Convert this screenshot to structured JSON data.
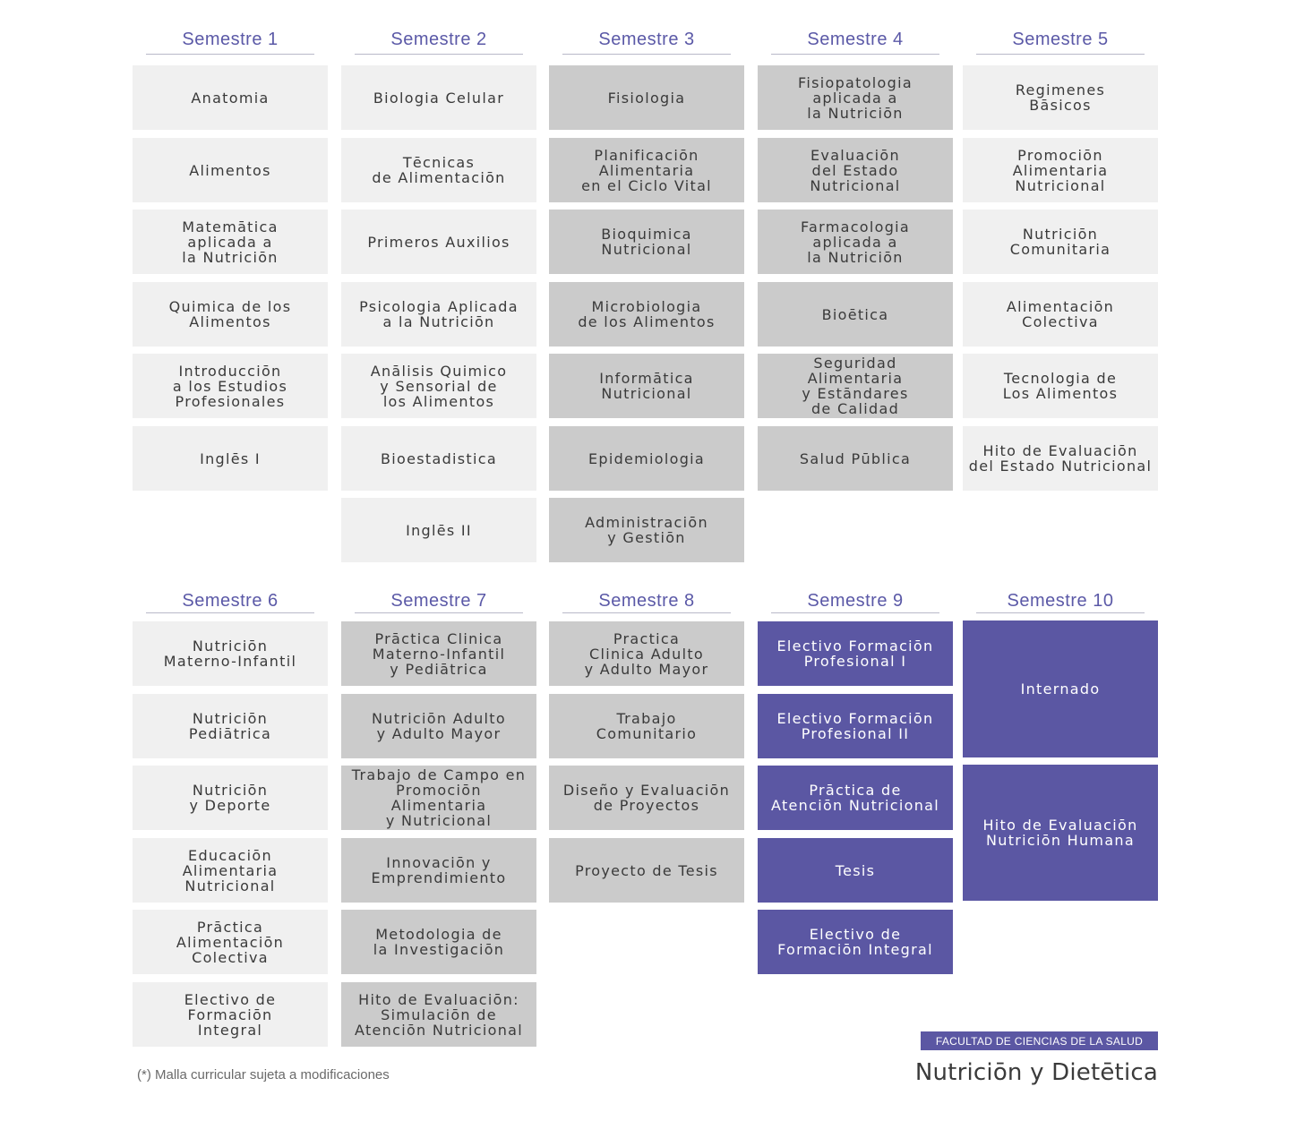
{
  "semesters": [
    {
      "label": "Semestre 1",
      "courses": [
        {
          "text": "Anatomia",
          "tone": "light"
        },
        {
          "text": "Alimentos",
          "tone": "light"
        },
        {
          "text": "Matemātica\naplicada a\nla Nutriciōn",
          "tone": "light"
        },
        {
          "text": "Quimica de los\nAlimentos",
          "tone": "light"
        },
        {
          "text": "Introducciōn\na los Estudios\nProfesionales",
          "tone": "light"
        },
        {
          "text": "Inglēs I",
          "tone": "light"
        }
      ]
    },
    {
      "label": "Semestre 2",
      "courses": [
        {
          "text": "Biologia Celular",
          "tone": "light"
        },
        {
          "text": "Tēcnicas\nde Alimentaciōn",
          "tone": "light"
        },
        {
          "text": "Primeros Auxilios",
          "tone": "light"
        },
        {
          "text": "Psicologia Aplicada\na la Nutriciōn",
          "tone": "light"
        },
        {
          "text": "Anālisis Quimico\ny Sensorial  de\nlos Alimentos",
          "tone": "light"
        },
        {
          "text": "Bioestadistica",
          "tone": "light"
        },
        {
          "text": "Inglēs II",
          "tone": "light"
        }
      ]
    },
    {
      "label": "Semestre 3",
      "courses": [
        {
          "text": "Fisiologia",
          "tone": "gray"
        },
        {
          "text": "Planificaciōn\nAlimentaria\nen el Ciclo Vital",
          "tone": "gray"
        },
        {
          "text": "Bioquimica\nNutricional",
          "tone": "gray"
        },
        {
          "text": "Microbiologia\nde los Alimentos",
          "tone": "gray"
        },
        {
          "text": "Informātica\nNutricional",
          "tone": "gray"
        },
        {
          "text": "Epidemiologia",
          "tone": "gray"
        },
        {
          "text": "Administraciōn\ny Gestiōn",
          "tone": "gray"
        }
      ]
    },
    {
      "label": "Semestre 4",
      "courses": [
        {
          "text": "Fisiopatologia\naplicada a\nla Nutriciōn",
          "tone": "gray"
        },
        {
          "text": "Evaluaciōn\ndel Estado\nNutricional",
          "tone": "gray"
        },
        {
          "text": "Farmacologia\naplicada a\nla Nutriciōn",
          "tone": "gray"
        },
        {
          "text": "Bioētica",
          "tone": "gray"
        },
        {
          "text": "Seguridad Alimentaria\ny Estāndares\nde Calidad",
          "tone": "gray"
        },
        {
          "text": "Salud Pūblica",
          "tone": "gray"
        }
      ]
    },
    {
      "label": "Semestre 5",
      "courses": [
        {
          "text": "Regimenes\nBāsicos",
          "tone": "light"
        },
        {
          "text": "Promociōn\nAlimentaria\nNutricional",
          "tone": "light"
        },
        {
          "text": "Nutriciōn\nComunitaria",
          "tone": "light"
        },
        {
          "text": "Alimentaciōn\nColectiva",
          "tone": "light"
        },
        {
          "text": "Tecnologia de\nLos Alimentos",
          "tone": "light"
        },
        {
          "text": "Hito de Evaluaciōn\ndel Estado Nutricional",
          "tone": "light"
        }
      ]
    },
    {
      "label": "Semestre 6",
      "courses": [
        {
          "text": "Nutriciōn\nMaterno-Infantil",
          "tone": "light"
        },
        {
          "text": "Nutriciōn\nPediātrica",
          "tone": "light"
        },
        {
          "text": "Nutriciōn\ny Deporte",
          "tone": "light"
        },
        {
          "text": "Educaciōn\nAlimentaria\nNutricional",
          "tone": "light"
        },
        {
          "text": "Prāctica\nAlimentaciōn\nColectiva",
          "tone": "light"
        },
        {
          "text": "Electivo de\nFormaciōn\nIntegral",
          "tone": "light"
        }
      ]
    },
    {
      "label": "Semestre 7",
      "courses": [
        {
          "text": "Prāctica Clinica\nMaterno-Infantil\ny Pediātrica",
          "tone": "gray"
        },
        {
          "text": "Nutriciōn Adulto\ny Adulto Mayor",
          "tone": "gray"
        },
        {
          "text": "Trabajo de Campo en\nPromociōn Alimentaria\ny Nutricional",
          "tone": "gray"
        },
        {
          "text": "Innovaciōn y\nEmprendimiento",
          "tone": "gray"
        },
        {
          "text": "Metodologia de\nla Investigaciōn",
          "tone": "gray"
        },
        {
          "text": "Hito de Evaluaciōn:\nSimulaciōn de\nAtenciōn Nutricional",
          "tone": "gray"
        }
      ]
    },
    {
      "label": "Semestre 8",
      "courses": [
        {
          "text": "Practica\nClinica Adulto\ny Adulto Mayor",
          "tone": "gray"
        },
        {
          "text": "Trabajo\nComunitario",
          "tone": "gray"
        },
        {
          "text": "Diseño y Evaluaciōn\nde Proyectos",
          "tone": "gray"
        },
        {
          "text": "Proyecto de Tesis",
          "tone": "gray"
        }
      ]
    },
    {
      "label": "Semestre 9",
      "courses": [
        {
          "text": "Electivo Formaciōn\nProfesional I",
          "tone": "purple"
        },
        {
          "text": "Electivo Formaciōn\nProfesional II",
          "tone": "purple"
        },
        {
          "text": "Prāctica de\nAtenciōn Nutricional",
          "tone": "purple"
        },
        {
          "text": "Tesis",
          "tone": "purple"
        },
        {
          "text": "Electivo de\nFormaciōn Integral",
          "tone": "purple"
        }
      ]
    },
    {
      "label": "Semestre 10",
      "courses": [
        {
          "text": "Internado",
          "tone": "purple"
        },
        {
          "text": "Hito de Evaluaciōn\nNutriciōn Humana",
          "tone": "purple"
        }
      ]
    }
  ],
  "footer": {
    "note": "(*) Malla curricular sujeta a modificaciones",
    "faculty": "FACULTAD DE CIENCIAS DE LA SALUD",
    "program": "Nutriciōn y Dietētica"
  },
  "colors": {
    "accent": "#5b57a3",
    "header_text": "#5b59a7",
    "light_cell": "#f0f0f0",
    "gray_cell": "#cbcbcb"
  }
}
